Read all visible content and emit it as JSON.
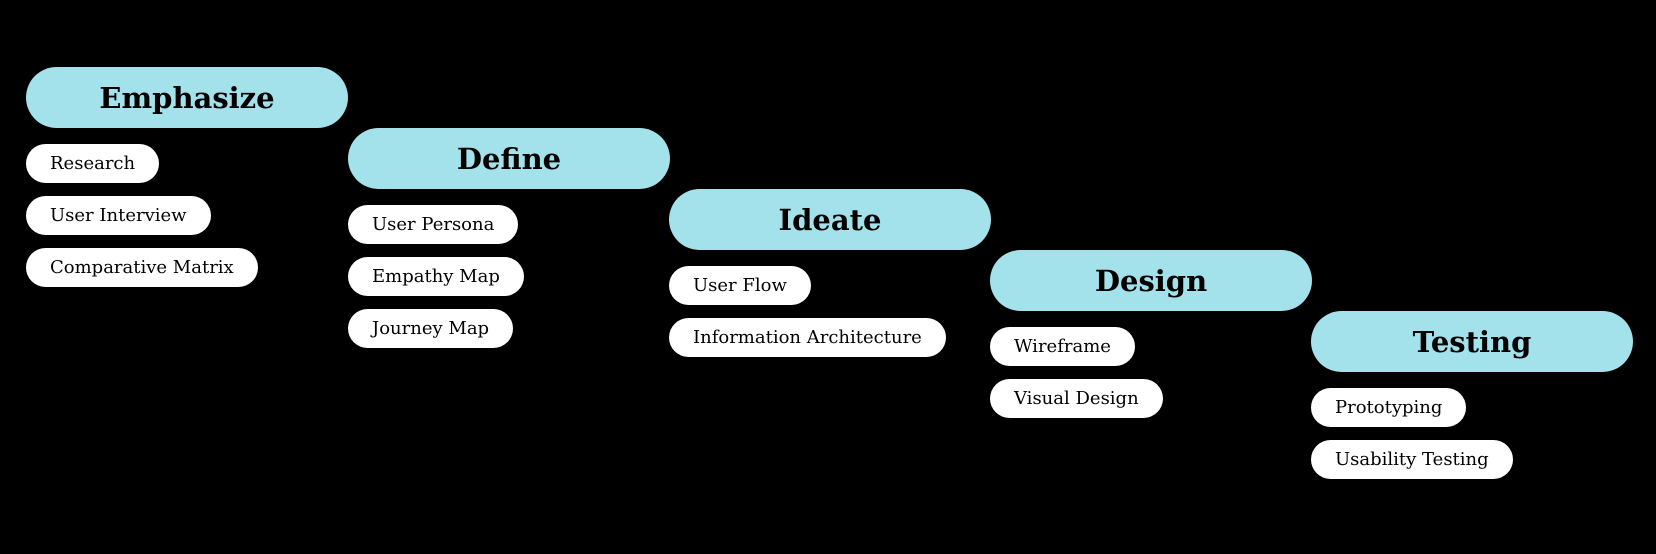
{
  "colors": {
    "background": "#000000",
    "stage_fill": "#a3e1eb",
    "item_fill": "#ffffff",
    "text": "#000000"
  },
  "stages": [
    {
      "title": "Emphasize",
      "items": [
        "Research",
        "User Interview",
        "Comparative Matrix"
      ]
    },
    {
      "title": "Define",
      "items": [
        "User Persona",
        "Empathy Map",
        "Journey Map"
      ]
    },
    {
      "title": "Ideate",
      "items": [
        "User Flow",
        "Information Architecture"
      ]
    },
    {
      "title": "Design",
      "items": [
        "Wireframe",
        "Visual Design"
      ]
    },
    {
      "title": "Testing",
      "items": [
        "Prototyping",
        "Usability Testing"
      ]
    }
  ]
}
